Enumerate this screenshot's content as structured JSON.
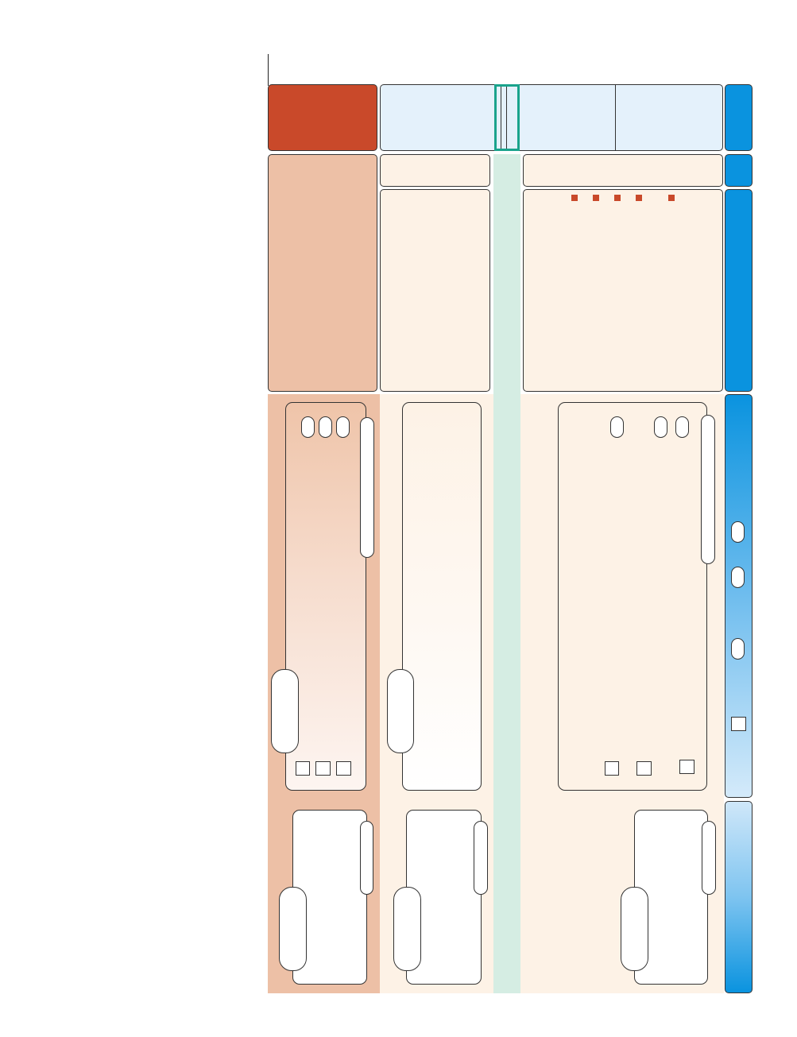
{
  "colors": {
    "header_rust": "#c9492a",
    "panel_rust": "#edc0a6",
    "header_light_blue": "#e4f1fb",
    "cream": "#fdf2e6",
    "teal_band": "#d5ede3",
    "teal_outline": "#1aa38c",
    "blue_bar": "#0a93df",
    "marker": "#c9492a"
  },
  "icons": {
    "toggle": "pill-shaped-toggle",
    "checkbox": "square-checkbox",
    "marker": "small-square-marker"
  }
}
